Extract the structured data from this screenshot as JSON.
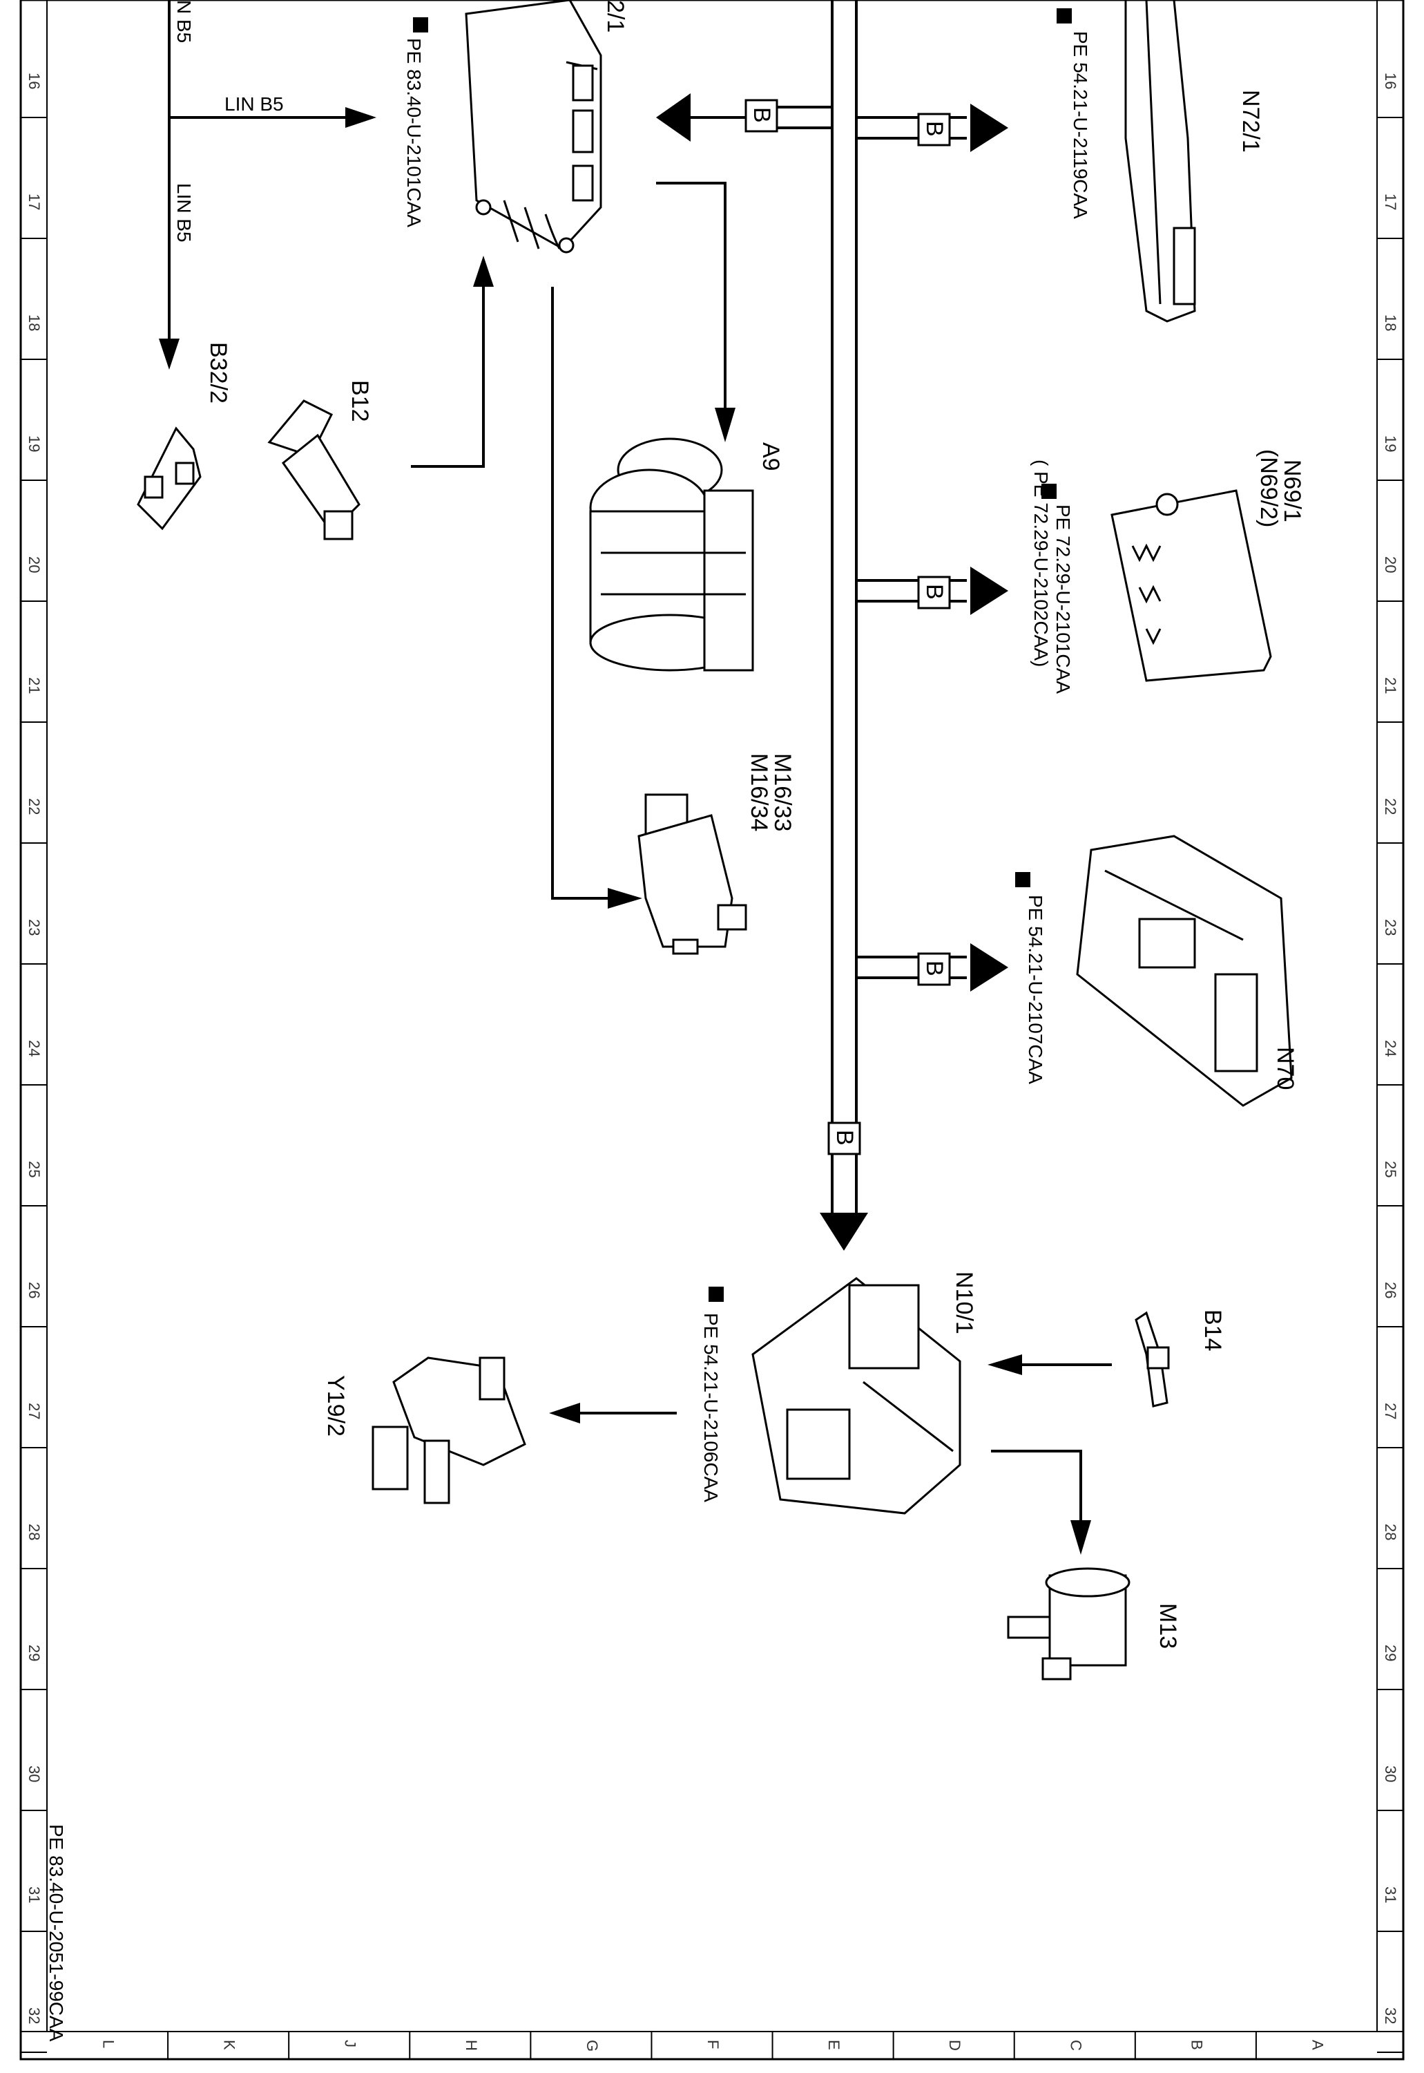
{
  "sheet": {
    "document_ref": "PE 83.40-U-2051-99CAA",
    "grid_numbers": [
      "16",
      "17",
      "18",
      "19",
      "20",
      "21",
      "22",
      "23",
      "24",
      "25",
      "26",
      "27",
      "28",
      "29",
      "30",
      "31",
      "32"
    ],
    "grid_letters": [
      "L",
      "K",
      "J",
      "H",
      "G",
      "F",
      "E",
      "D",
      "C",
      "B",
      "A"
    ]
  },
  "bus": {
    "label": "B"
  },
  "lin": {
    "label_1": "LIN B5",
    "label_2": "LIN B5",
    "label_3": "N B5"
  },
  "components": {
    "n22_1": {
      "name": "2/1",
      "ref": "PE 83.40-U-2101CAA"
    },
    "b32_2": {
      "name": "B32/2"
    },
    "b12": {
      "name": "B12"
    },
    "a9": {
      "name": "A9"
    },
    "m16": {
      "name_1": "M16/33",
      "name_2": "M16/34"
    },
    "n72_1": {
      "name": "N72/1",
      "ref": "PE 54.21-U-2119CAA"
    },
    "n69": {
      "name_1": "N69/1",
      "name_2": "(N69/2)",
      "ref_1": "PE 72.29-U-2101CAA",
      "ref_2": "( PE 72.29-U-2102CAA)"
    },
    "n70": {
      "name": "N70",
      "ref": "PE 54.21-U-2107CAA"
    },
    "n10_1": {
      "name": "N10/1",
      "ref": "PE 54.21-U-2106CAA"
    },
    "b14": {
      "name": "B14"
    },
    "y19_2": {
      "name": "Y19/2"
    },
    "m13": {
      "name": "M13"
    }
  }
}
